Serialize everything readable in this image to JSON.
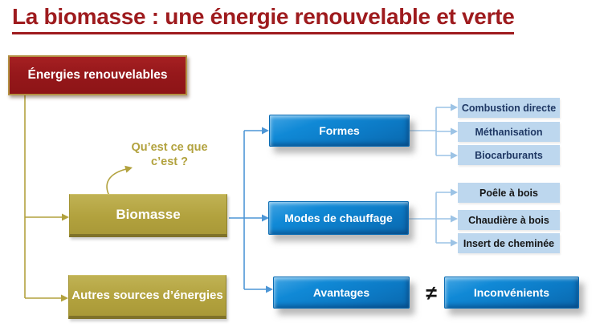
{
  "title": "La biomasse : une énergie renouvelable et verte",
  "nodes": {
    "root": "Énergies renouvelables",
    "question": "Qu’est ce que c’est ?",
    "biomasse": "Biomasse",
    "autres_sources": "Autres sources d’énergies",
    "formes": "Formes",
    "formes_children": [
      "Combustion directe",
      "Méthanisation",
      "Biocarburants"
    ],
    "modes": "Modes de chauffage",
    "modes_children": [
      "Poêle à bois",
      "Chaudière à bois",
      "Insert de cheminée"
    ],
    "avantages": "Avantages",
    "not_equal": "≠",
    "inconvenients": "Inconvénients"
  },
  "colors": {
    "title_red": "#9E1B1E",
    "dark_red_fill": "#9A191C",
    "gold_border": "#B39043",
    "olive_fill": "#B2A23E",
    "blue_fill": "#0C79C4",
    "light_blue_fill": "#BDD7EE",
    "navy_text": "#1F3864",
    "connector_olive": "#B2A23E",
    "connector_blue": "#4D96D6",
    "connector_light_blue": "#9CC3E5"
  }
}
